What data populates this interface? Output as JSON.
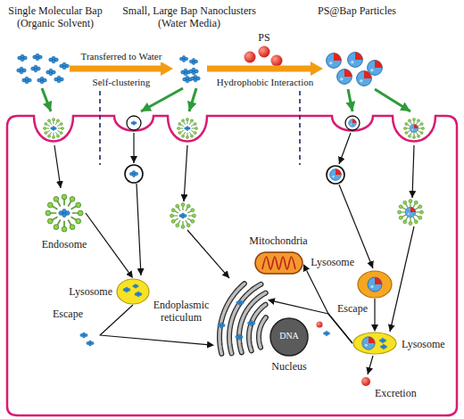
{
  "diagram": {
    "nodes": [
      {
        "text": [
          "Single Molecular Bap (Organic Solvent)"
        ]
      },
      {
        "text": [
          "Small, Large Bap Nanoclusters (Water Media)"
        ]
      },
      {
        "text": [
          "PS@Bap Particles"
        ]
      },
      {
        "text": [
          "Endosome"
        ]
      },
      {
        "text": [
          "Lysosome"
        ]
      },
      {
        "text": [
          "Mitochondria"
        ]
      },
      {
        "text": [
          "Endoplasmic reticulum"
        ]
      },
      {
        "text": [
          "DNA",
          "Nucleus"
        ]
      },
      {
        "text": [
          "Lysosome"
        ]
      },
      {
        "text": [
          "Lysosome"
        ]
      }
    ],
    "edges": [
      {
        "from": 0,
        "to": 1,
        "label": "Transferred to Water",
        "arrow": "to"
      },
      {
        "from": 1,
        "to": 2,
        "label": "Hydrophobic Interaction",
        "arrow": "to"
      },
      {
        "from": 3,
        "to": 4,
        "arrow": "to"
      },
      {
        "from": 4,
        "to": 6,
        "label": "Escape",
        "arrow": "to"
      },
      {
        "from": 8,
        "to": 9,
        "arrow": "to"
      },
      {
        "from": 9,
        "to": 5,
        "label": "Escape",
        "arrow": "to"
      },
      {
        "from": 9,
        "to": 6,
        "arrow": "to"
      }
    ],
    "labels": [
      "PS",
      "Self-clustering",
      "Excretion"
    ]
  }
}
